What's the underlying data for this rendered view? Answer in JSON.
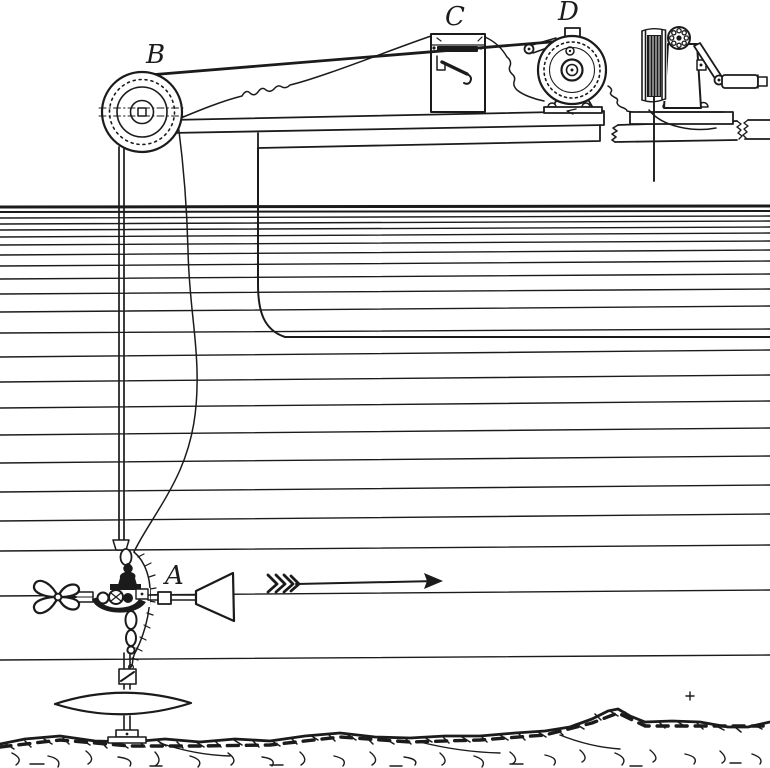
{
  "figure": {
    "labels": {
      "current_meter": "A",
      "pulley": "B",
      "register_box": "C",
      "recording_dial": "D"
    }
  },
  "colors": {
    "ink": "#1b1b1b",
    "paper": "#ffffff"
  }
}
